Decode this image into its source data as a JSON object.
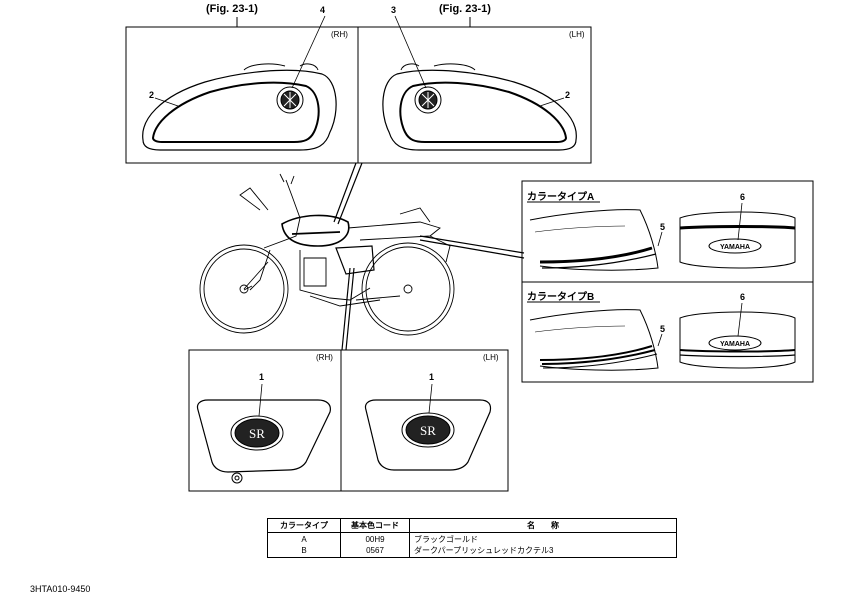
{
  "figure_refs": {
    "left_fig": "(Fig. 23-1)",
    "right_fig": "(Fig. 23-1)"
  },
  "tank_panels": {
    "rh_label": "(RH)",
    "lh_label": "(LH)",
    "rh_callouts": {
      "emblem": "4",
      "stripe": "2"
    },
    "lh_callouts": {
      "emblem": "3",
      "stripe": "2"
    }
  },
  "side_cover_panels": {
    "rh_label": "(RH)",
    "lh_label": "(LH)",
    "rh_callout": "1",
    "lh_callout": "1",
    "badge_text": "SR"
  },
  "color_types": {
    "a": {
      "title": "カラータイプA",
      "stripe_callout": "5",
      "emblem_callout": "6",
      "emblem_text": "YAMAHA"
    },
    "b": {
      "title": "カラータイプB",
      "stripe_callout": "5",
      "emblem_callout": "6",
      "emblem_text": "YAMAHA"
    }
  },
  "spec_table": {
    "headers": [
      "カラータイプ",
      "基本色コード",
      "名　　称"
    ],
    "rows": [
      {
        "type": "A",
        "code": "00H9",
        "name": "ブラックゴールド"
      },
      {
        "type": "B",
        "code": "0567",
        "name": "ダークパープリッシュレッドカクテル3"
      }
    ]
  },
  "doc_id": "3HTA010-9450"
}
